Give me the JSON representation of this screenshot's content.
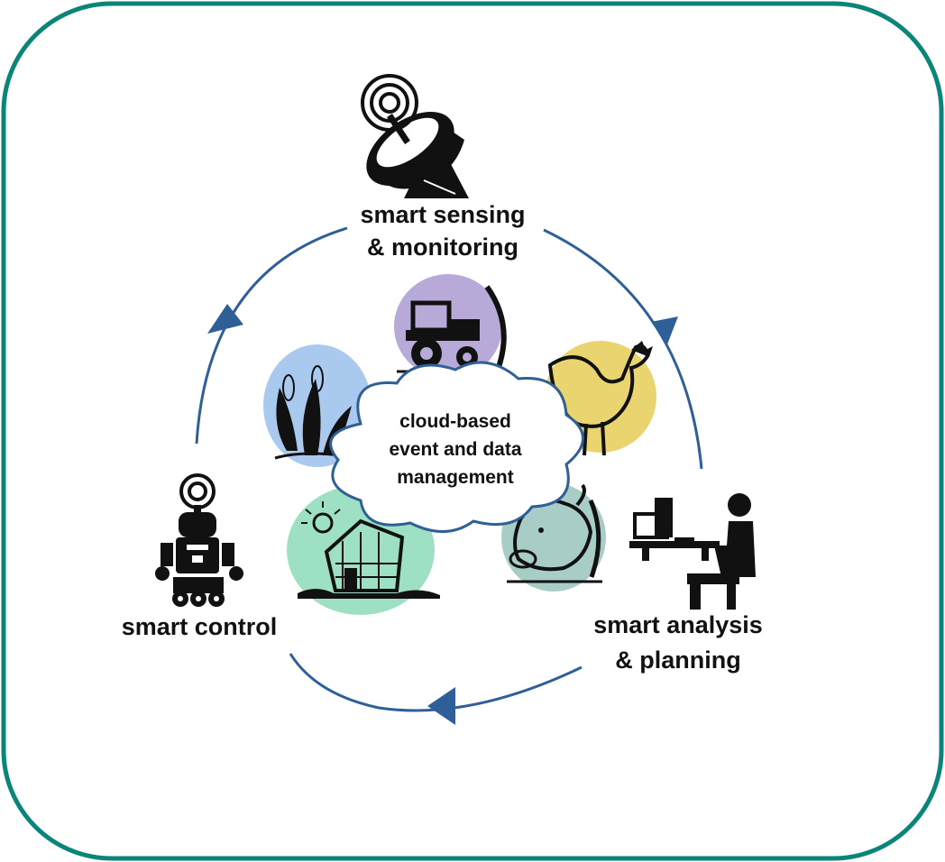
{
  "border_color": "#0b857a",
  "cycle_color": "#2f5f97",
  "center": {
    "line1": "cloud-based",
    "line2": "event and data",
    "line3": "management"
  },
  "stages": {
    "sensing": {
      "line1": "smart sensing",
      "line2": "& monitoring",
      "icon": "satellite-dish-icon"
    },
    "analysis": {
      "line1": "smart analysis",
      "line2": "& planning",
      "icon": "person-at-computer-icon"
    },
    "control": {
      "line1": "smart control",
      "icon": "robot-icon"
    }
  },
  "domains": [
    {
      "icon": "tractor-icon",
      "color": "#b7a9d8"
    },
    {
      "icon": "chicken-icon",
      "color": "#e9d46f"
    },
    {
      "icon": "cow-icon",
      "color": "#a8ccc6"
    },
    {
      "icon": "greenhouse-icon",
      "color": "#9ee0c4"
    },
    {
      "icon": "corn-icon",
      "color": "#a9c9ee"
    }
  ]
}
